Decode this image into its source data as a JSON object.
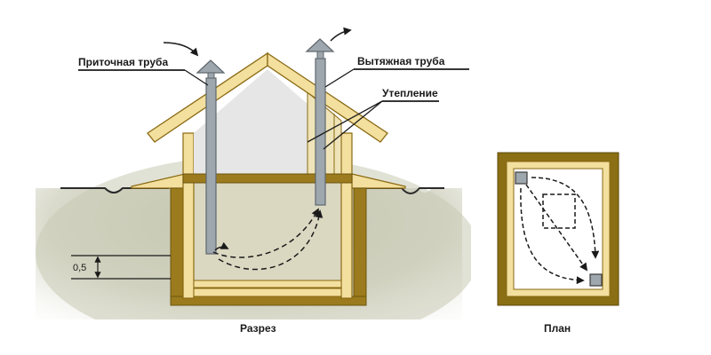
{
  "labels": {
    "supply_pipe": "Приточная труба",
    "exhaust_pipe": "Вытяжная труба",
    "insulation": "Утепление",
    "height_mark": "0,5",
    "section_caption": "Разрез",
    "plan_caption": "План"
  },
  "colors": {
    "ground": "#c8c9b4",
    "frame_fill": "#f3df9e",
    "frame_stroke": "#8a6a12",
    "wall_brown": "#9b7b1d",
    "attic": "#e6e6e6",
    "cellar": "#dbd8c2",
    "pipe": "#9ea7ad",
    "plan_border": "#8b6f14"
  }
}
